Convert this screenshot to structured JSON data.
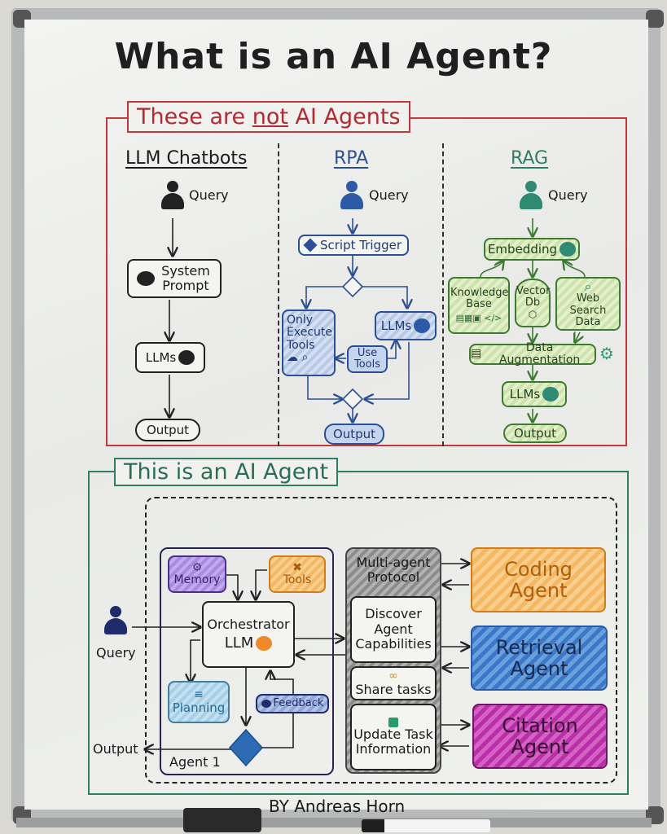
{
  "title": "What is an AI Agent?",
  "not_agents": {
    "label_before": "These are ",
    "label_emph": "not",
    "label_after": " AI Agents",
    "columns": {
      "chatbots": {
        "heading": "LLM Chatbots",
        "query": "Query",
        "system_prompt": "System Prompt",
        "llms": "LLMs",
        "output": "Output"
      },
      "rpa": {
        "heading": "RPA",
        "query": "Query",
        "script_trigger": "Script Trigger",
        "only_execute_tools": "Only Execute Tools",
        "llms": "LLMs",
        "use_tools": "Use Tools",
        "output": "Output"
      },
      "rag": {
        "heading": "RAG",
        "query": "Query",
        "embedding": "Embedding",
        "knowledge_base": "Knowledge Base",
        "vector_db": "Vector Db",
        "web_search": "Web Search Data",
        "data_augmentation": "Data Augmentation",
        "llms": "LLMs",
        "output": "Output"
      }
    }
  },
  "agent": {
    "label": "This is an AI Agent",
    "query": "Query",
    "output": "Output",
    "agent1_label": "Agent 1",
    "memory": "Memory",
    "tools": "Tools",
    "orchestrator": "Orchestrator",
    "orchestrator_llm": "LLM",
    "planning": "Planning",
    "feedback": "Feedback",
    "protocol": {
      "title": "Multi-agent Protocol",
      "items": [
        "Discover Agent Capabilities",
        "Share tasks",
        "Update Task Information"
      ]
    },
    "sub_agents": [
      {
        "name": "Coding Agent",
        "color": "#f0a33a"
      },
      {
        "name": "Retrieval Agent",
        "color": "#3b78c8"
      },
      {
        "name": "Citation Agent",
        "color": "#b92fa8"
      }
    ]
  },
  "byline": "BY Andreas Horn",
  "colors": {
    "red_section": "#c0393b",
    "green_section": "#2f7d62",
    "rpa_blue": "#2c4f95",
    "rag_green": "#3e7a33",
    "memory_purple": "#8a5ad0",
    "tools_orange": "#f0a33a",
    "planning_blue": "#8ec3df"
  }
}
